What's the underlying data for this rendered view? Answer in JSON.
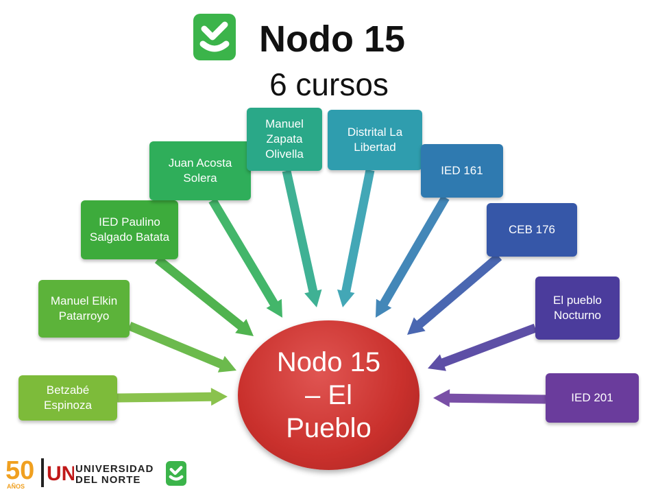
{
  "header": {
    "title": "Nodo 15",
    "subtitle": "6 cursos"
  },
  "center": {
    "label": "Nodo 15 – El Pueblo",
    "color": "#c9302c"
  },
  "nodes": [
    {
      "label": "Betzabé Espinoza",
      "color": "#7dbb3a"
    },
    {
      "label": "Manuel Elkin Patarroyo",
      "color": "#5cb33a"
    },
    {
      "label": "IED Paulino Salgado Batata",
      "color": "#3dab3c"
    },
    {
      "label": "Juan Acosta Solera",
      "color": "#2fae5a"
    },
    {
      "label": "Manuel Zapata Olivella",
      "color": "#2aa888"
    },
    {
      "label": "Distrital La Libertad",
      "color": "#2f9dae"
    },
    {
      "label": "IED 161",
      "color": "#2f7ab0"
    },
    {
      "label": "CEB 176",
      "color": "#3657a8"
    },
    {
      "label": "El pueblo Nocturno",
      "color": "#4b3c9c"
    },
    {
      "label": "IED 201",
      "color": "#6a3c9c"
    }
  ],
  "footer": {
    "anniversary": "50",
    "anniversary_sub": "AÑOS",
    "university_line1": "UNIVERSIDAD",
    "university_line2": "DEL NORTE",
    "un_mark": "UN"
  },
  "colors": {
    "brand_green": "#3bb44a"
  }
}
